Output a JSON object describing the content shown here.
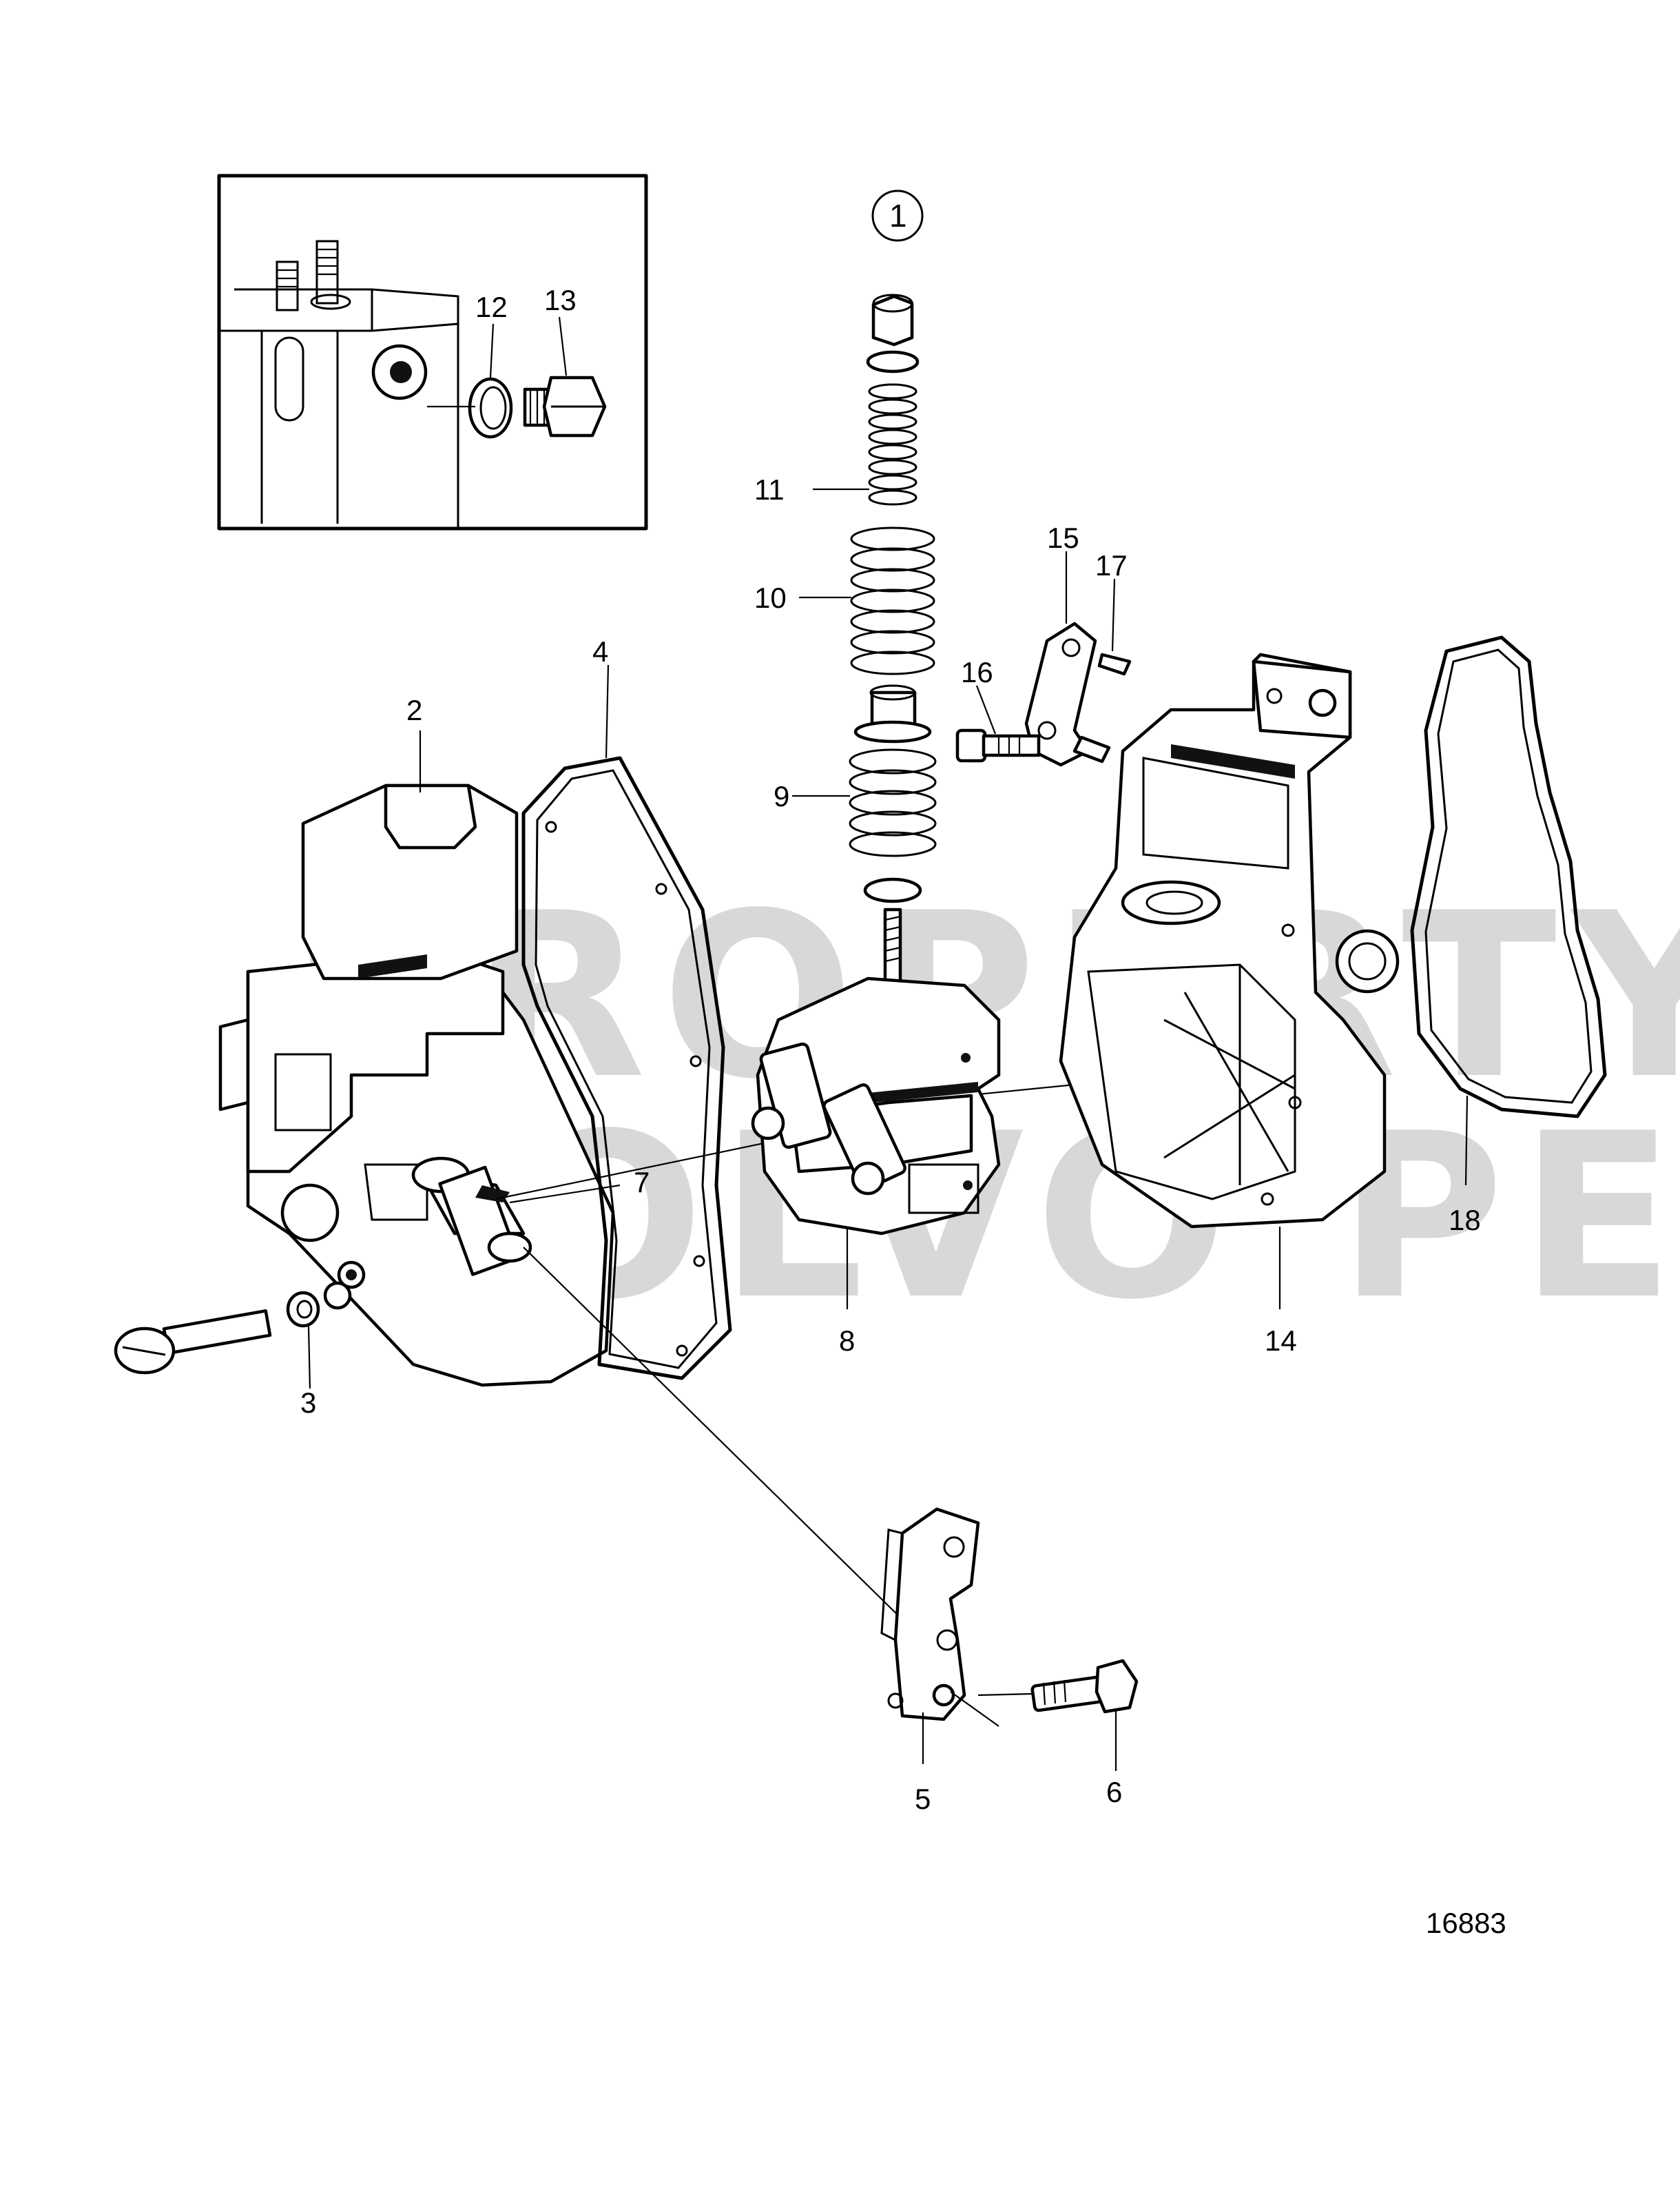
{
  "diagram": {
    "view_number": "1",
    "drawing_number": "16883",
    "watermark": [
      "PROPERTY OF",
      "VOLVO PENTA"
    ],
    "callouts": [
      {
        "id": "c2",
        "label": "2"
      },
      {
        "id": "c3",
        "label": "3"
      },
      {
        "id": "c4",
        "label": "4"
      },
      {
        "id": "c5",
        "label": "5"
      },
      {
        "id": "c6",
        "label": "6"
      },
      {
        "id": "c7",
        "label": "7"
      },
      {
        "id": "c8",
        "label": "8"
      },
      {
        "id": "c9",
        "label": "9"
      },
      {
        "id": "c10",
        "label": "10"
      },
      {
        "id": "c11",
        "label": "11"
      },
      {
        "id": "c12",
        "label": "12"
      },
      {
        "id": "c13",
        "label": "13"
      },
      {
        "id": "c14",
        "label": "14"
      },
      {
        "id": "c15",
        "label": "15"
      },
      {
        "id": "c16",
        "label": "16"
      },
      {
        "id": "c17",
        "label": "17"
      },
      {
        "id": "c18",
        "label": "18"
      }
    ]
  }
}
